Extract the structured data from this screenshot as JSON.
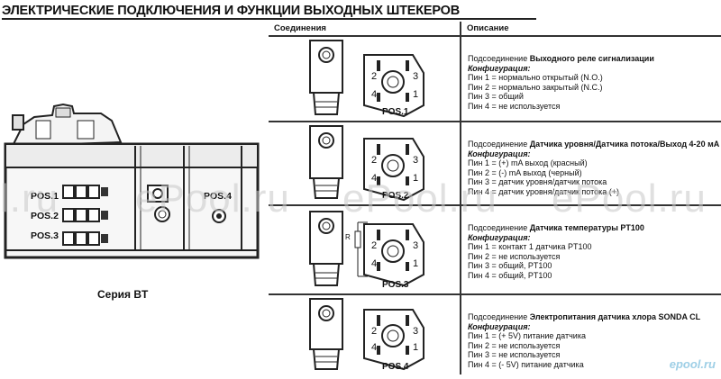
{
  "title": "ЭЛЕКТРИЧЕСКИЕ ПОДКЛЮЧЕНИЯ И ФУНКЦИИ ВЫХОДНЫХ ШТЕКЕРОВ",
  "device": {
    "series_caption": "Серия BT",
    "pos_labels": [
      "POS.1",
      "POS.2",
      "POS.3",
      "POS.4"
    ]
  },
  "watermarks": [
    "l.ru",
    "ePool.ru",
    "ePool.ru",
    "ePool.ru"
  ],
  "table": {
    "headers": [
      "Соединения",
      "Описание"
    ],
    "rows": [
      {
        "caption": "POS.1",
        "pins_labels": [
          "2",
          "3",
          "4",
          "1"
        ],
        "prefix": "Подсоединение ",
        "title": "Выходного реле сигнализации",
        "config": "Конфигурация:",
        "lines": [
          "Пин 1 = нормально открытый (N.O.)",
          "Пин 2 = нормально закрытый (N.C.)",
          "Пин 3 = общий",
          "Пин 4 = не используется"
        ]
      },
      {
        "caption": "POS.2",
        "pins_labels": [
          "2",
          "3",
          "4",
          "1"
        ],
        "prefix": "Подсоединение ",
        "title": "Датчика уровня/Датчика потока/Выход 4-20 мА",
        "config": "Конфигурация:",
        "lines": [
          "Пин 1 = (+) mA выход (красный)",
          "Пин 2 = (-) mA выход (черный)",
          "Пин 3 = датчик уровня/датчик потока",
          "Пин 4 = датчик уровня/датчик потока (+)"
        ]
      },
      {
        "caption": "POS.3",
        "pins_labels": [
          "2",
          "3",
          "4",
          "1"
        ],
        "resistor_label": "R",
        "prefix": "Подсоединение ",
        "title": "Датчика температуры PT100",
        "config": "Конфигурация:",
        "lines": [
          "Пин 1 = контакт 1  датчика PT100",
          "Пин 2 = не используется",
          "Пин 3 = общий, PT100",
          "Пин 4 = общий, PT100"
        ]
      },
      {
        "caption": "POS.4",
        "pins_labels": [
          "2",
          "3",
          "4",
          "1"
        ],
        "prefix": "Подсоединение ",
        "title": "Электропитания датчика хлора SONDA CL",
        "config": "Конфигурация:",
        "lines": [
          "Пин 1 = (+ 5V) питание датчика",
          "Пин 2 = не используется",
          "Пин 3 = не используется",
          "Пин 4 = (- 5V) питание датчика"
        ]
      }
    ]
  },
  "logo_text": "epool.ru"
}
